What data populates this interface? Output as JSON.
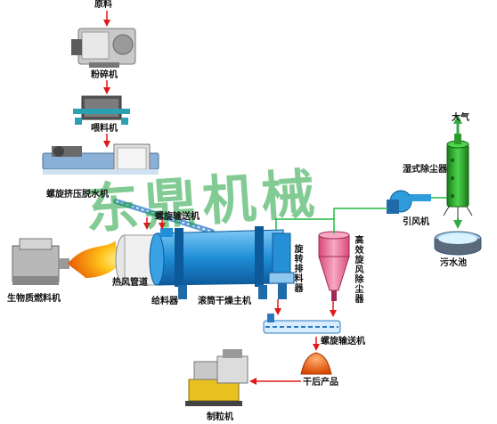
{
  "labels": {
    "raw_material": "原料",
    "crusher": "粉碎机",
    "feeder_top": "喂料机",
    "screw_press": "螺旋挤压脱水机",
    "screw_conveyor_top": "螺旋输送机",
    "burner": "生物质燃料机",
    "hot_air_duct": "热风管道",
    "feeder": "给料器",
    "drum_dryer": "滚筒干燥主机",
    "discharger": "旋转排料器",
    "cyclone": "高效旋风除尘器",
    "induced_fan": "引风机",
    "wet_scrubber": "湿式除尘器",
    "atmosphere": "大气",
    "sewage_pool": "污水池",
    "screw_conveyor_bottom": "螺旋输送机",
    "dried_product": "干后产品",
    "pellet_mill": "制粒机"
  },
  "watermark": "东鼎机械",
  "colors": {
    "flow_arrow": "#e01818",
    "air_duct": "#22bb44",
    "up_arrow": "#33aa44",
    "equipment_blue": "#1f8fd8",
    "flame": "#f5a000",
    "product": "#f26a10"
  }
}
